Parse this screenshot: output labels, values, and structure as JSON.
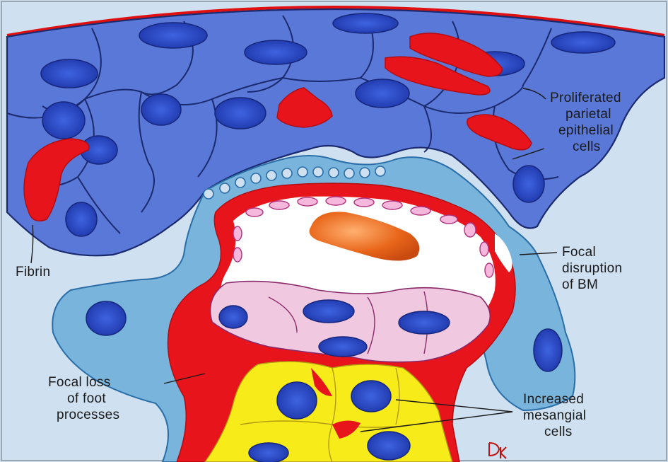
{
  "labels": {
    "proliferated": [
      "Proliferated",
      "parietal",
      "epithelial",
      "cells"
    ],
    "fibrin": "Fibrin",
    "focal_disruption": [
      "Focal",
      "disruption",
      "of BM"
    ],
    "focal_loss": [
      "Focal loss",
      "of foot",
      "processes"
    ],
    "mesangial": [
      "Increased",
      "mesangial",
      "cells"
    ]
  },
  "signature": "DK",
  "colors": {
    "background": "#cfe0f0",
    "parietal_cell": "#5a78d8",
    "parietal_outline": "#1b2a6e",
    "nucleus": "#2541b8",
    "podocyte": "#78b4dc",
    "basement_membrane": "#e8141b",
    "fibrin": "#e8141b",
    "endothelium": "#f0c8e0",
    "capillary_lumen": "#ffffff",
    "red_blood_cell": "#e86a1c",
    "mesangial_matrix": "#f7ec1a"
  }
}
